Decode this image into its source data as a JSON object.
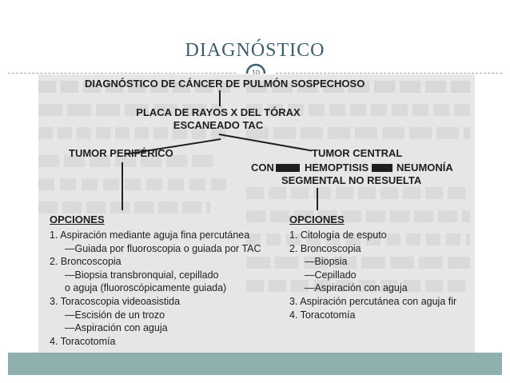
{
  "slide": {
    "title": "DIAGNÓSTICO",
    "page_number": "10"
  },
  "flowchart": {
    "root": "DIAGNÓSTICO DE CÁNCER DE PULMÓN SOSPECHOSO",
    "imaging_line1": "PLACA DE RAYOS X DEL TÓRAX",
    "imaging_line2": "ESCANEADO TAC",
    "peripheral": {
      "title": "TUMOR PERIFÉRICO",
      "options_header": "OPCIONES",
      "options": [
        "1. Aspiración mediante aguja fina percutánea",
        "—Guiada por fluoroscopia o guiada por TAC",
        "2. Broncoscopia",
        "—Biopsia transbronquial, cepillado",
        "o aguja (fluoroscópicamente guiada)",
        "3. Toracoscopia videoasistida",
        "—Escisión de un trozo",
        "—Aspiración con aguja",
        "4. Toracotomía"
      ]
    },
    "central": {
      "title": "TUMOR CENTRAL",
      "subtitle_con": "CON",
      "subtitle_hemoptisis": "HEMOPTISIS",
      "subtitle_neumonia": "NEUMONÍA",
      "subtitle_line2": "SEGMENTAL NO RESUELTA",
      "options_header": "OPCIONES",
      "options": [
        "1. Citología de esputo",
        "2. Broncoscopia",
        "—Biopsia",
        "—Cepillado",
        "—Aspiración con aguja",
        "3. Aspiración percutánea con aguja fir",
        "4. Toracotomía"
      ]
    }
  },
  "colors": {
    "title": "#3a5f6e",
    "footer_bar": "#8fb0ad",
    "scan_background": "#e6e6e6"
  }
}
